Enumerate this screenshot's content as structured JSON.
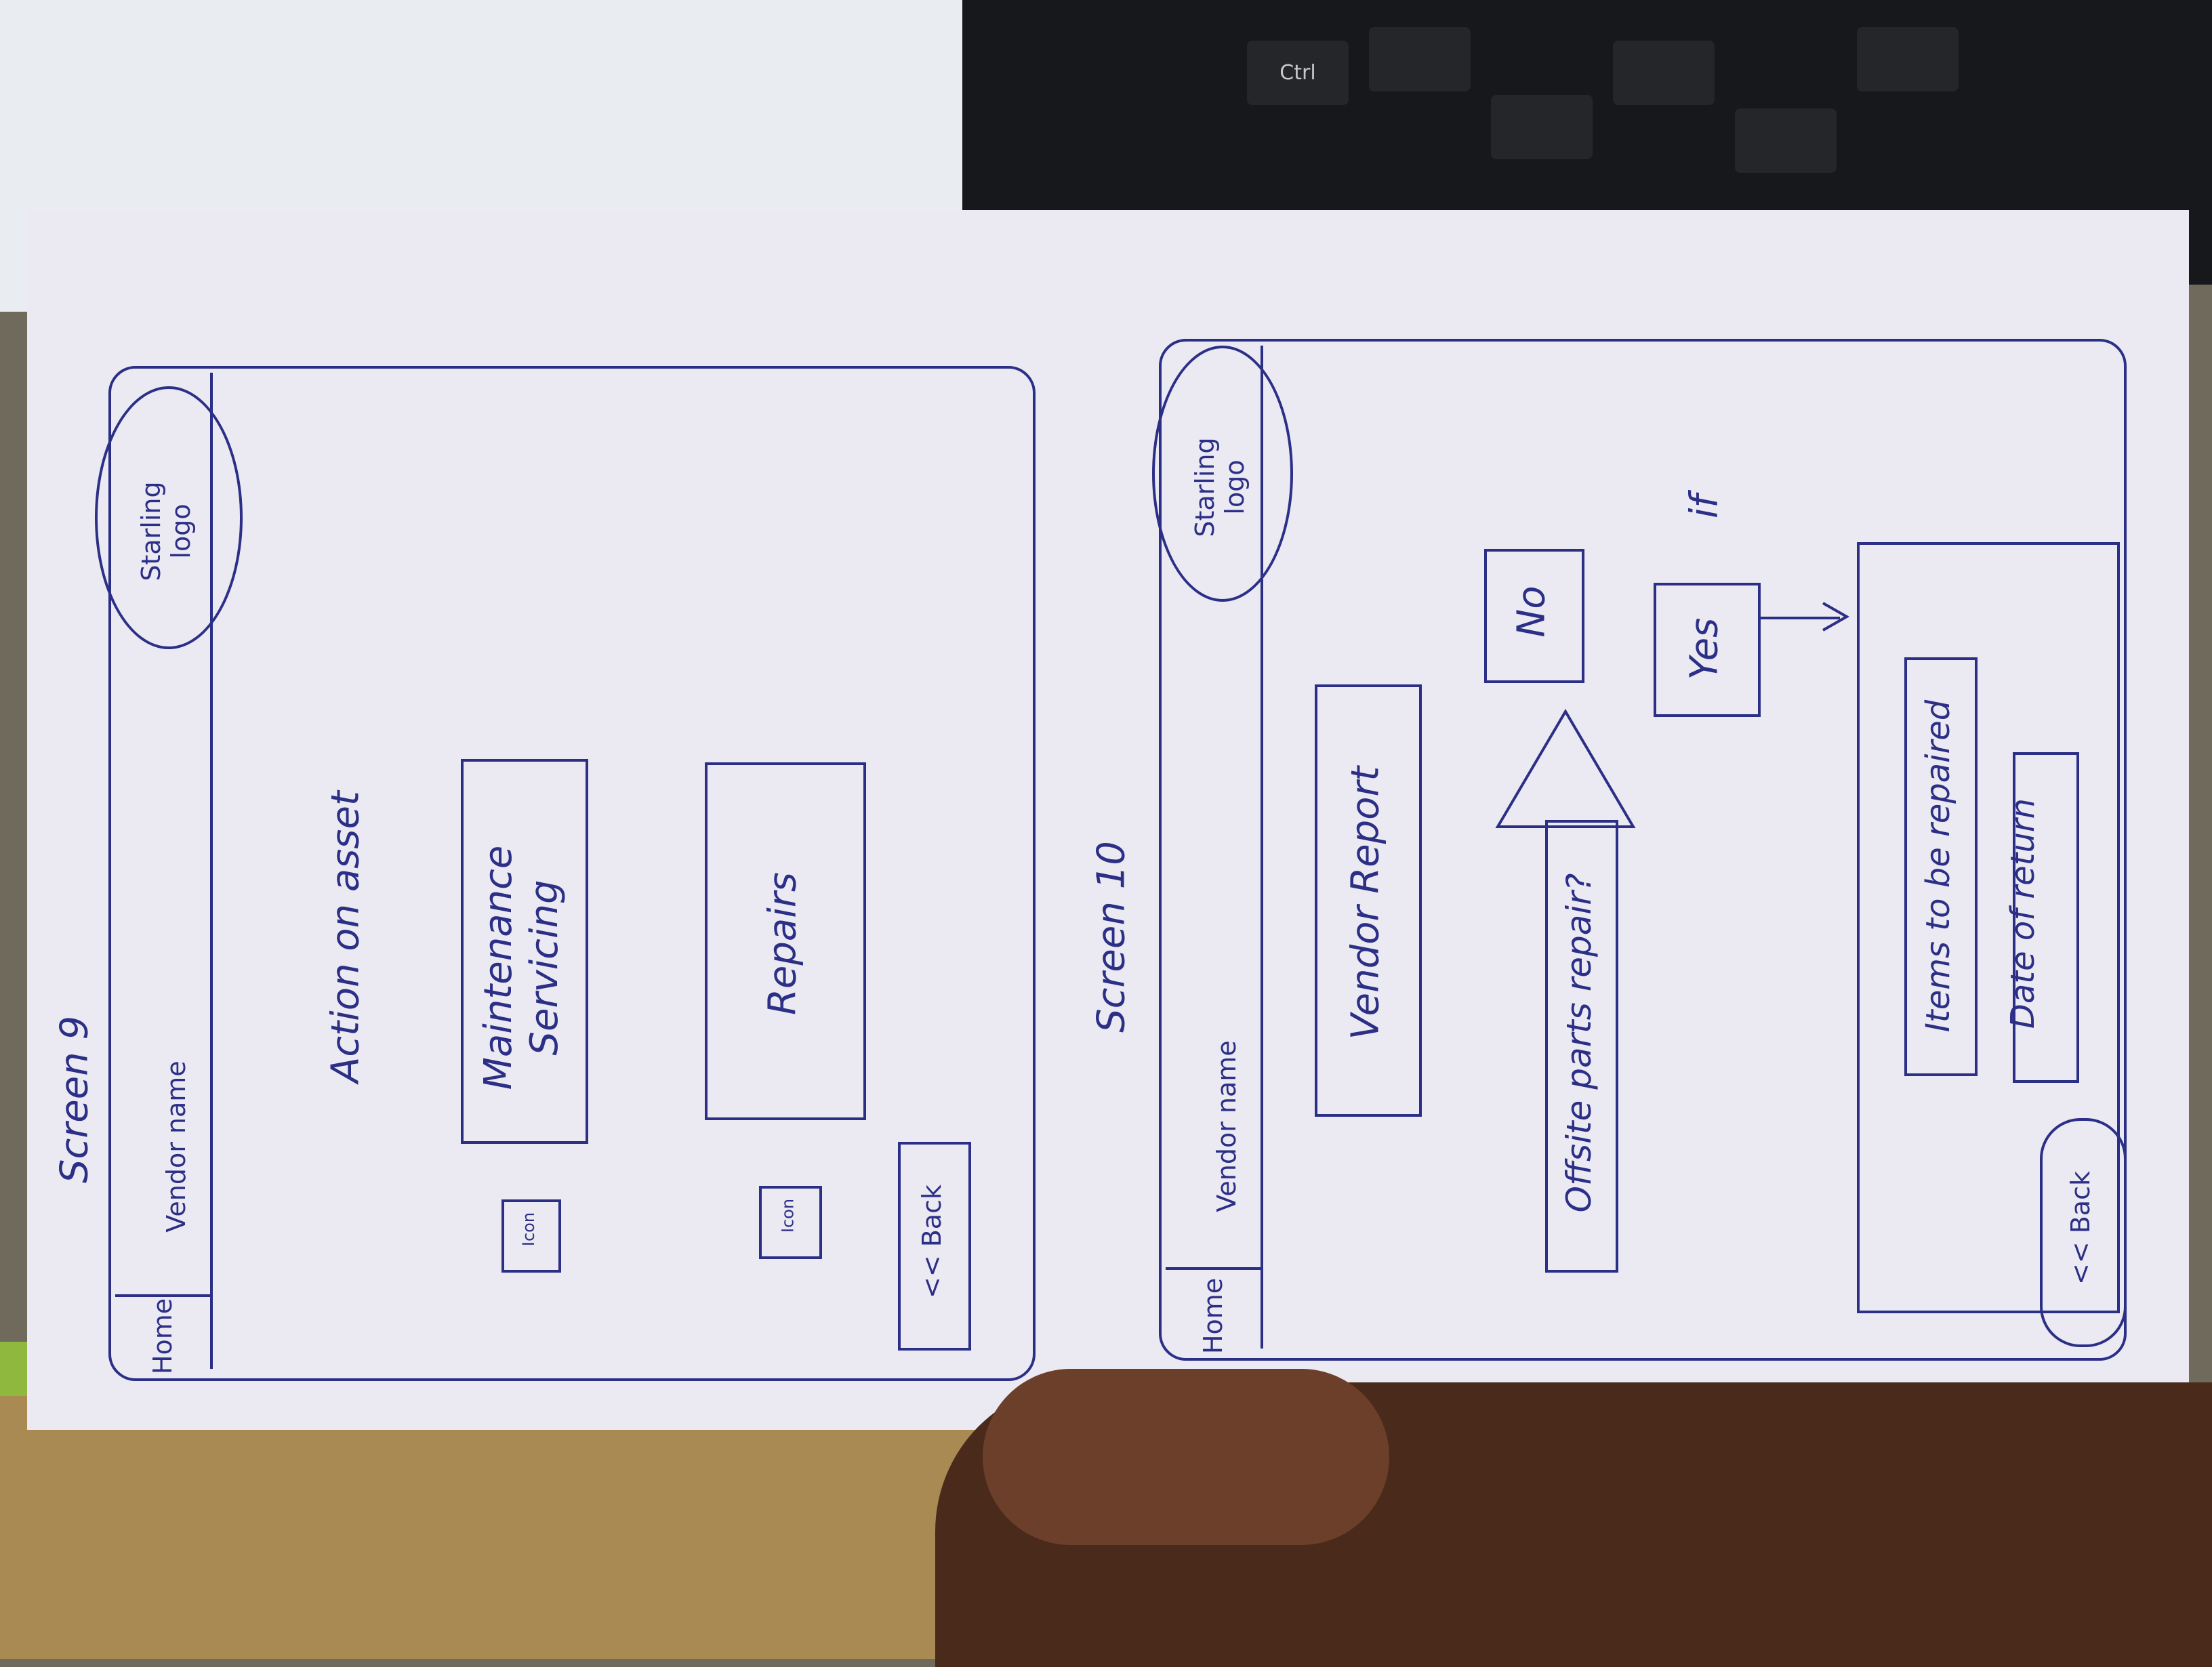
{
  "screen9": {
    "title": "Screen 9",
    "logo_line1": "Starling",
    "logo_line2": "logo",
    "home_tab": "Home",
    "vendor_name": "Vendor name",
    "heading": "Action on asset",
    "maintenance_line1": "Maintenance",
    "maintenance_line2": "Servicing",
    "repairs": "Repairs",
    "icon_label": "Icon",
    "back": "<< Back"
  },
  "screen10": {
    "title": "Screen 10",
    "logo_line1": "Starling",
    "logo_line2": "logo",
    "home_tab": "Home",
    "vendor_name": "Vendor name",
    "vendor_report": "Vendor Report",
    "question": "Offsite parts repair?",
    "yes": "Yes",
    "no": "No",
    "if_note": "if",
    "items_repaired": "Items to be repaired",
    "date_of_return": "Date of return",
    "back": "<< Back"
  }
}
